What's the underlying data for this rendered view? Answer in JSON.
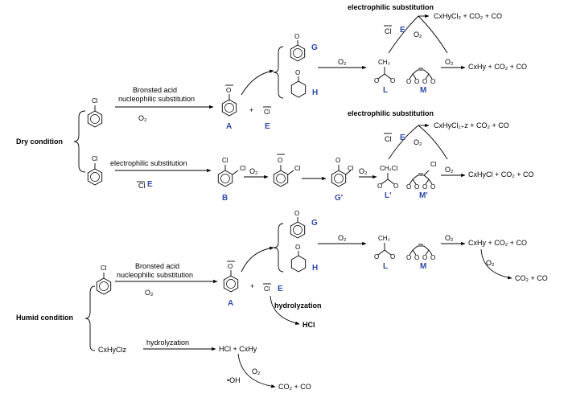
{
  "row1": {
    "reactant_atom": "Cl",
    "arrow_top_1": "Bronsted acid",
    "arrow_top_2": "nucleophilic substitution",
    "arrow_bottom": "O₂",
    "phenoxide_atom": "O",
    "plus": "+",
    "chloride_atom": "Cl",
    "label_A": "A",
    "label_E": "E",
    "label_G": "G",
    "label_H": "H",
    "g_atom": "O",
    "h_atom": "O",
    "arrow_o2": "O₂",
    "ch3": "CH₃",
    "label_L": "L",
    "label_M": "M",
    "top_header": "electrophilic substitution",
    "top_cl": "Cl",
    "top_E": "E",
    "top_o2": "O₂",
    "top_product": "CxHyCl₂ + CO₂ + CO",
    "right_o2": "O₂",
    "right_product": "CxHy + CO₂ + CO"
  },
  "dry_condition": "Dry condition",
  "row2": {
    "reactant_atom": "Cl",
    "arrow_top": "electrophilic substitution",
    "arrow_bottom_cl": "Cl",
    "arrow_bottom_E": "E",
    "B_atom": "Cl",
    "B_atom2": "Cl",
    "label_B": "B",
    "arrow_o2_1": "O₂",
    "mid_O": "O",
    "mid_Cl": "Cl",
    "g2_O": "O",
    "g2_Cl": "Cl",
    "label_G2": "G'",
    "arrow_o2_2": "O₂",
    "ch2cl": "CH₂Cl",
    "label_L2": "L'",
    "m2_cl": "Cl",
    "label_M2": "M'",
    "top_header": "electrophilic substitution",
    "top_cl": "Cl",
    "top_E": "E",
    "top_o2": "O₂",
    "top_product": "CxHyCl₁₊z + CO₂ + CO",
    "right_o2": "O₂",
    "right_product": "CxHyCl + CO₂ + CO"
  },
  "row3": {
    "reactant_atom": "Cl",
    "arrow_top_1": "Bronsted acid",
    "arrow_top_2": "nucleophilic substitution",
    "arrow_bottom": "O₂",
    "phenoxide_atom": "O",
    "plus": "+",
    "chloride_atom": "Cl",
    "label_A": "A",
    "label_E": "E",
    "label_G": "G",
    "label_H": "H",
    "g_atom": "O",
    "h_atom": "O",
    "arrow_o2": "O₂",
    "ch3": "CH₃",
    "label_L": "L",
    "label_M": "M",
    "right_o2": "O₂",
    "right_product": "CxHy + CO₂ + CO",
    "down_o2": "O₂",
    "down_product": "CO₂ + CO",
    "hydrolyzation": "hydrolyzation",
    "hcl": "HCl"
  },
  "humid_condition": "Humid condition",
  "row4": {
    "reactant": "CxHyClz",
    "arrow_top": "hydrolyzation",
    "product": "HCl + CxHy",
    "o2": "O₂",
    "oh": "•OH",
    "final": "CO₂ + CO"
  }
}
